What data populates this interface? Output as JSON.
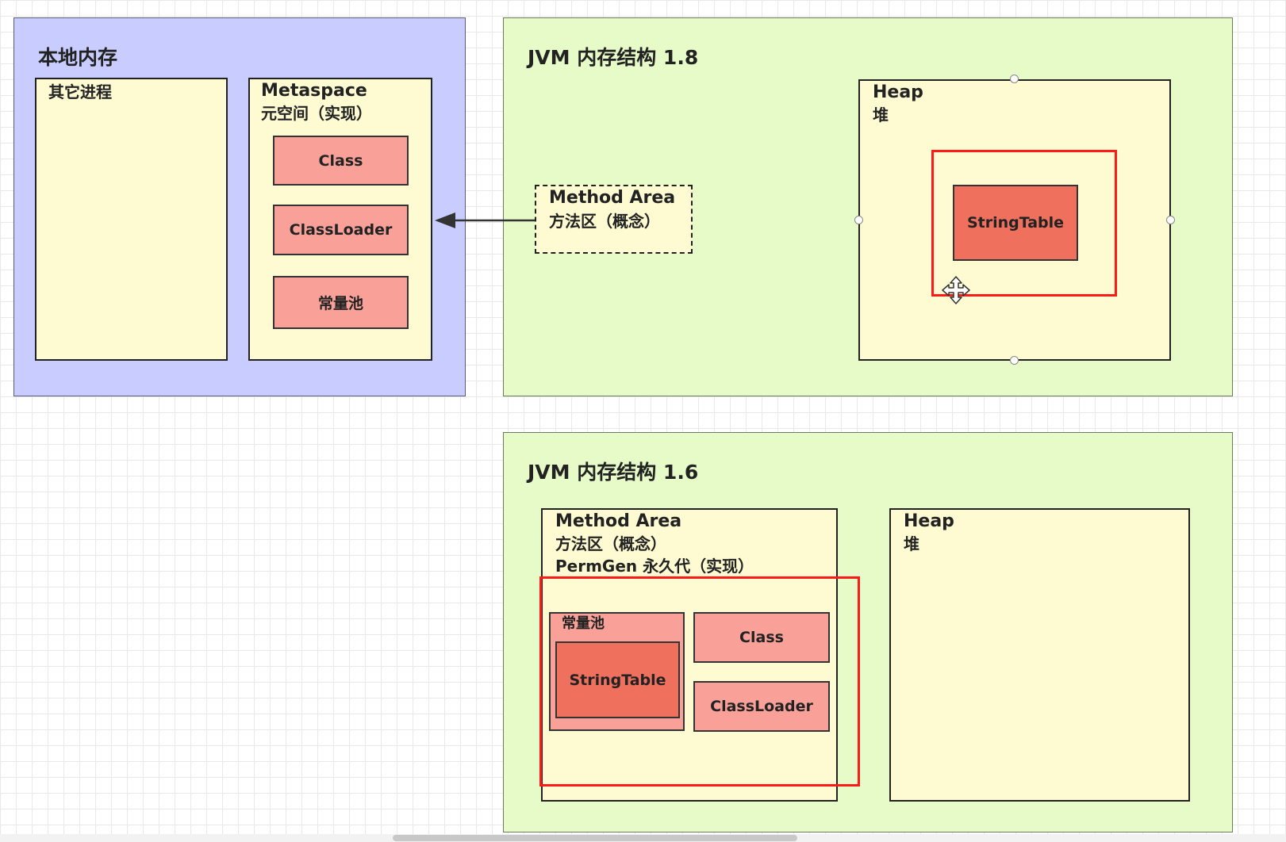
{
  "native_memory": {
    "title": "本地内存",
    "other_process": "其它进程",
    "metaspace": {
      "line1": "Metaspace",
      "line2": "元空间（实现）",
      "items": [
        "Class",
        "ClassLoader",
        "常量池"
      ]
    }
  },
  "jvm18": {
    "title": "JVM 内存结构 1.8",
    "method_area": {
      "line1": "Method Area",
      "line2": "方法区（概念）"
    },
    "heap": {
      "line1": "Heap",
      "line2": "堆",
      "string_table": "StringTable"
    }
  },
  "jvm16": {
    "title": "JVM 内存结构 1.6",
    "method_area": {
      "line1": "Method Area",
      "line2": "方法区（概念）",
      "line3": "PermGen 永久代（实现）"
    },
    "constant_pool": "常量池",
    "string_table": "StringTable",
    "class": "Class",
    "classloader": "ClassLoader",
    "heap": {
      "line1": "Heap",
      "line2": "堆"
    }
  },
  "colors": {
    "blue_region": "#c8ccff",
    "green_region": "#e6fbc8",
    "yellow_box": "#fefbd2",
    "pink_box": "#f9a199",
    "deep_box": "#f0705e",
    "highlight": "#ff1a1a"
  }
}
